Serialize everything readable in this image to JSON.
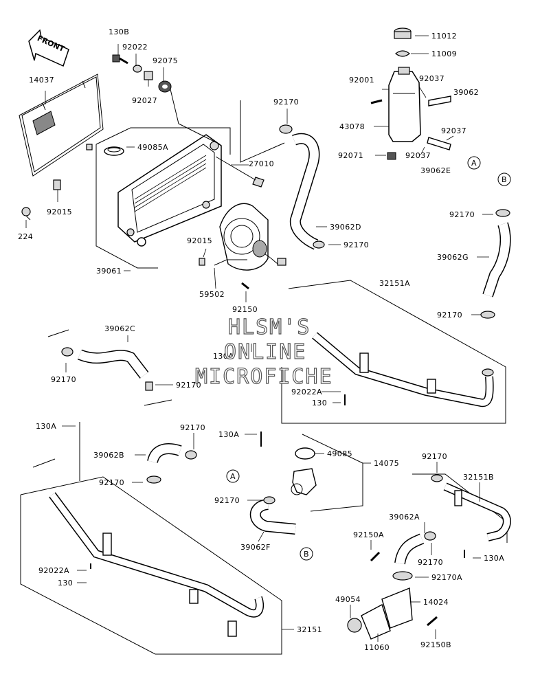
{
  "watermark": {
    "line1": "HLSM'S",
    "line2": "ONLINE",
    "line3": "MICROFICHE"
  },
  "front_marker": "FRONT",
  "ref_circles": {
    "a1": "A",
    "a2": "A",
    "b1": "B",
    "b2": "B"
  },
  "part_labels": {
    "p130B": "130B",
    "p92022": "92022",
    "p92075": "92075",
    "p92027": "92027",
    "p14037": "14037",
    "p11012": "11012",
    "p11009": "11009",
    "p92001": "92001",
    "p92037a": "92037",
    "p39062": "39062",
    "p43078": "43078",
    "p92037b": "92037",
    "p92071": "92071",
    "p92037c": "92037",
    "p39062E": "39062E",
    "p92170a": "92170",
    "p49085A": "49085A",
    "p27010": "27010",
    "p92015a": "92015",
    "p224": "224",
    "p39062D": "39062D",
    "p92170b": "92170",
    "p92170c": "92170",
    "p39062G": "39062G",
    "p92015b": "92015",
    "p39061": "39061",
    "p59502": "59502",
    "p92150": "92150",
    "p32151A": "32151A",
    "p92170d": "92170",
    "p39062C": "39062C",
    "p130Aa": "130A",
    "p92170e": "92170",
    "p92170f": "92170",
    "p92022Aa": "92022A",
    "p130a": "130",
    "p130Ab": "130A",
    "p92170g": "92170",
    "p130Ac": "130A",
    "p39062B": "39062B",
    "p49085": "49085",
    "p14075": "14075",
    "p92170h": "92170",
    "p92170i": "92170",
    "p32151B": "32151B",
    "p92170j": "92170",
    "p39062A": "39062A",
    "p39062F": "39062F",
    "p92150A": "92150A",
    "p92170k": "92170",
    "p130Ad": "130A",
    "p92022Ab": "92022A",
    "p92170A": "92170A",
    "p130b": "130",
    "p49054": "49054",
    "p14024": "14024",
    "p32151": "32151",
    "p11060": "11060",
    "p92150B": "92150B"
  }
}
